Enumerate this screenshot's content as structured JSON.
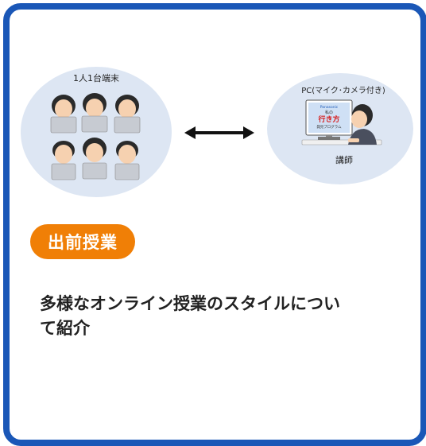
{
  "illustration": {
    "students_label": "1人1台端末",
    "pc_label": "PC(マイク･カメラ付き)",
    "lecturer_label": "講師",
    "screen_brand": "Panasonic",
    "screen_small": "私の",
    "screen_title": "行き方",
    "screen_sub": "発見プログラム",
    "arrow_icon": "double-arrow-icon"
  },
  "badge": {
    "label": "出前授業"
  },
  "description": {
    "line1": "多様なオンライン授業のスタイルについ",
    "line2": "て紹介"
  },
  "colors": {
    "border": "#1a57b7",
    "badge": "#f07f06",
    "circle": "#dde6f3"
  }
}
